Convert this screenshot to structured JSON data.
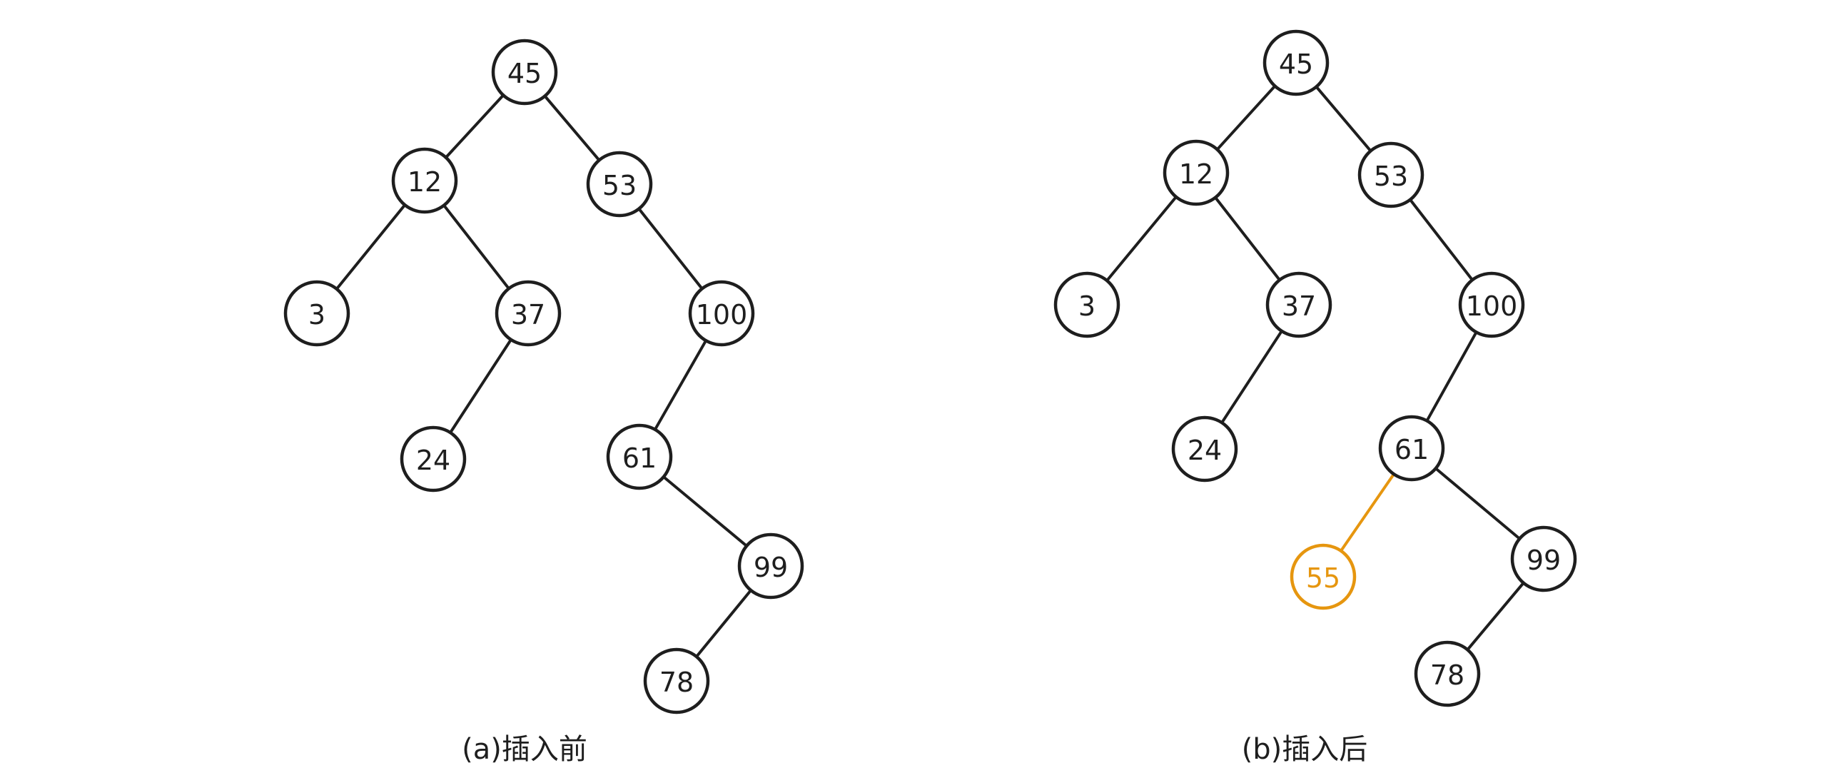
{
  "colors": {
    "stroke": "#1e1e1e",
    "highlight": "#e6960f",
    "background": "#ffffff"
  },
  "trees": [
    {
      "id": "before",
      "caption": "(a)插入前",
      "nodes": [
        {
          "id": "45",
          "label": "45"
        },
        {
          "id": "12",
          "label": "12"
        },
        {
          "id": "53",
          "label": "53"
        },
        {
          "id": "3",
          "label": "3"
        },
        {
          "id": "37",
          "label": "37"
        },
        {
          "id": "100",
          "label": "100"
        },
        {
          "id": "24",
          "label": "24"
        },
        {
          "id": "61",
          "label": "61"
        },
        {
          "id": "99",
          "label": "99"
        },
        {
          "id": "78",
          "label": "78"
        }
      ],
      "edges": [
        {
          "from": "45",
          "to": "12"
        },
        {
          "from": "45",
          "to": "53"
        },
        {
          "from": "12",
          "to": "3"
        },
        {
          "from": "12",
          "to": "37"
        },
        {
          "from": "37",
          "to": "24"
        },
        {
          "from": "53",
          "to": "100"
        },
        {
          "from": "100",
          "to": "61"
        },
        {
          "from": "61",
          "to": "99"
        },
        {
          "from": "99",
          "to": "78"
        }
      ]
    },
    {
      "id": "after",
      "caption": "(b)插入后",
      "nodes": [
        {
          "id": "45",
          "label": "45"
        },
        {
          "id": "12",
          "label": "12"
        },
        {
          "id": "53",
          "label": "53"
        },
        {
          "id": "3",
          "label": "3"
        },
        {
          "id": "37",
          "label": "37"
        },
        {
          "id": "100",
          "label": "100"
        },
        {
          "id": "24",
          "label": "24"
        },
        {
          "id": "61",
          "label": "61"
        },
        {
          "id": "55",
          "label": "55",
          "highlight": true
        },
        {
          "id": "99",
          "label": "99"
        },
        {
          "id": "78",
          "label": "78"
        }
      ],
      "edges": [
        {
          "from": "45",
          "to": "12"
        },
        {
          "from": "45",
          "to": "53"
        },
        {
          "from": "12",
          "to": "3"
        },
        {
          "from": "12",
          "to": "37"
        },
        {
          "from": "37",
          "to": "24"
        },
        {
          "from": "53",
          "to": "100"
        },
        {
          "from": "100",
          "to": "61"
        },
        {
          "from": "61",
          "to": "55",
          "highlight": true
        },
        {
          "from": "61",
          "to": "99"
        },
        {
          "from": "99",
          "to": "78"
        }
      ]
    }
  ]
}
